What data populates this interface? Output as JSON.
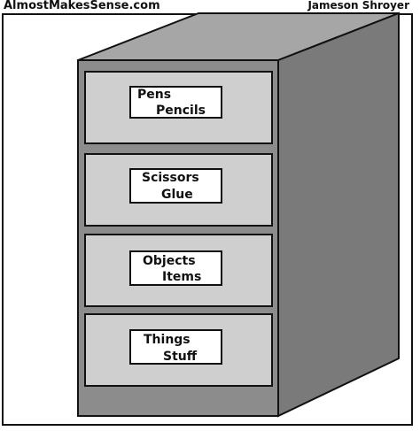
{
  "header": {
    "site": "AlmostMakesSense.com",
    "author": "Jameson Shroyer"
  },
  "drawers": [
    {
      "line1": "Pens",
      "line2": "Pencils"
    },
    {
      "line1": "Scissors",
      "line2": "Glue"
    },
    {
      "line1": "Objects",
      "line2": "Items"
    },
    {
      "line1": "Things",
      "line2": "Stuff"
    }
  ],
  "colors": {
    "cabinet_front": "#8c8c8c",
    "cabinet_side": "#7a7a7a",
    "cabinet_top": "#a6a6a6",
    "drawer_face": "#cfcfcf",
    "label_bg": "#ffffff",
    "outline": "#111111"
  }
}
